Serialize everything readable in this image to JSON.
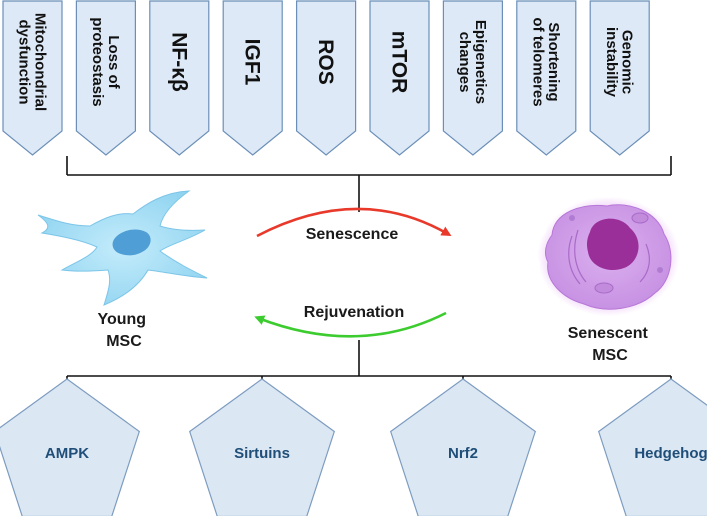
{
  "factors": [
    {
      "lines": [
        "Mitochondrial",
        "dysfunction"
      ],
      "size": 15
    },
    {
      "lines": [
        "Loss of",
        "proteostasis"
      ],
      "size": 15
    },
    {
      "lines": [
        "NF-κβ"
      ],
      "size": 21
    },
    {
      "lines": [
        "IGF1"
      ],
      "size": 21
    },
    {
      "lines": [
        "ROS"
      ],
      "size": 21
    },
    {
      "lines": [
        "mTOR"
      ],
      "size": 21
    },
    {
      "lines": [
        "Epigenetics",
        "changes"
      ],
      "size": 15
    },
    {
      "lines": [
        "Shortening",
        "of telomeres"
      ],
      "size": 15
    },
    {
      "lines": [
        "Genomic",
        "instability"
      ],
      "size": 15
    }
  ],
  "processes": {
    "senescence": "Senescence",
    "rejuvenation": "Rejuvenation"
  },
  "cells": {
    "young": [
      "Young",
      "MSC"
    ],
    "senescent": [
      "Senescent",
      "MSC"
    ]
  },
  "pathways": [
    "AMPK",
    "Sirtuins",
    "Nrf2",
    "Hedgehog"
  ],
  "colors": {
    "factor_fill": "#dde9f6",
    "pathway_fill": "#dbe7f3",
    "pathway_text": "#1f4e79",
    "senescence_arrow": "#e8392b",
    "rejuvenation_arrow": "#3dcc2f",
    "young_cell": "#8fd3f0",
    "young_nucleus": "#4f9ed6",
    "senescent_cell": "#d3a2eb",
    "senescent_nucleus": "#9b2f9a"
  }
}
